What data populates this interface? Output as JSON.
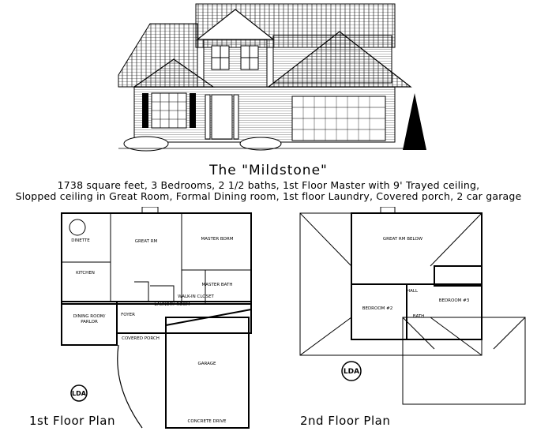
{
  "title": "The \"Mildstone\"",
  "description": [
    "1738 square feet, 3 Bedrooms, 2 1/2 baths, 1st Floor Master with 9' Trayed ceiling,",
    "Slopped ceiling in Great Room, Formal Dining room, 1st floor Laundry, Covered porch, 2 car garage"
  ],
  "first_floor": {
    "caption": "1st Floor Plan",
    "rooms": {
      "dinette": "DINETTE",
      "kitchen": "KITCHEN",
      "great_rm": "GREAT RM",
      "master_bdrm": "MASTER BDRM",
      "dining": "DINING ROOM/",
      "parlor": "PARLOR",
      "master_bath": "MASTER BATH",
      "walk_in": "WALK-IN CLOSET",
      "laundry": "LAUNDRY ROOM",
      "foyer": "FOYER",
      "covered_porch": "COVERED PORCH",
      "garage": "GARAGE",
      "concrete_drive": "CONCRETE DRIVE"
    }
  },
  "second_floor": {
    "caption": "2nd Floor Plan",
    "rooms": {
      "great_rm_below": "GREAT RM BELOW",
      "bedroom2": "BEDROOM #2",
      "bedroom3": "BEDROOM #3",
      "hall": "HALL",
      "bath": "BATH"
    }
  },
  "logo_text": "LDA"
}
